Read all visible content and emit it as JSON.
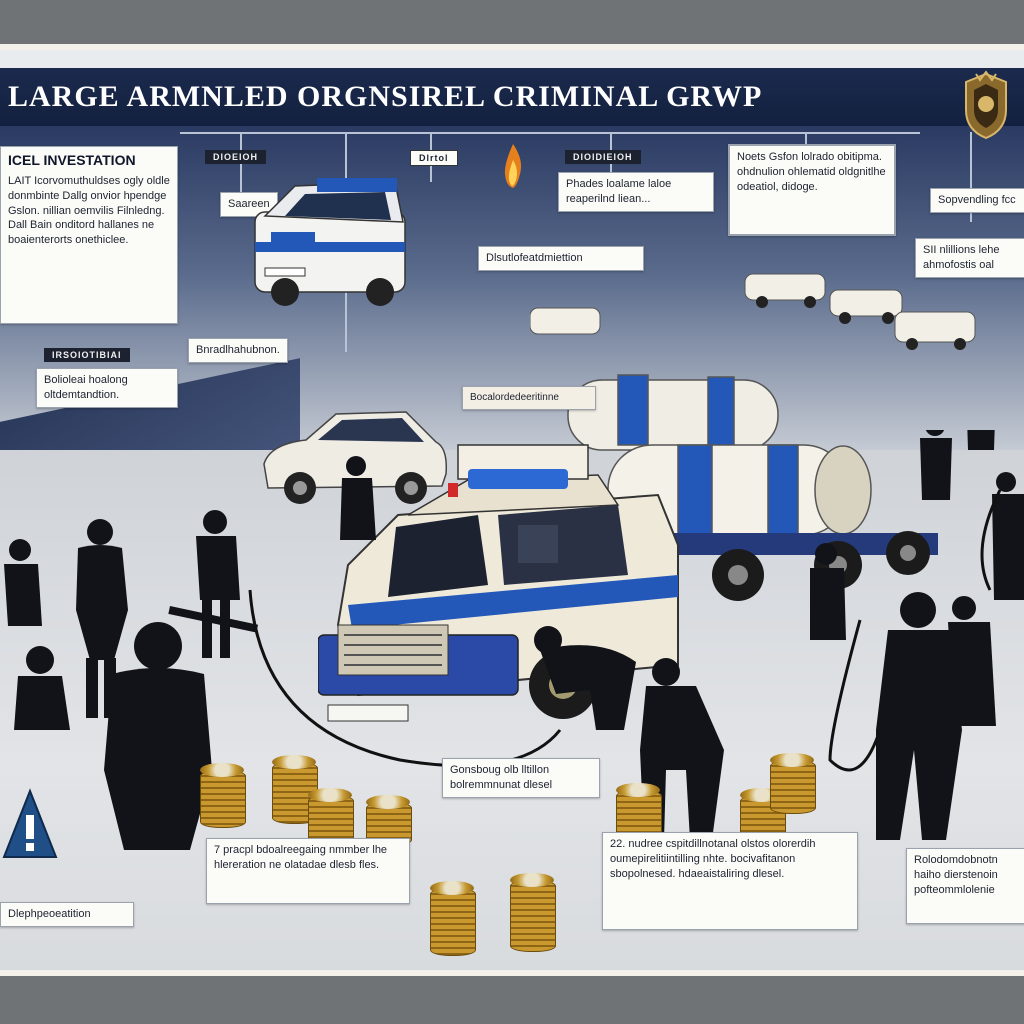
{
  "title": "LARGE ARMNLED ORGNSIREL CRIMINAL GRWP",
  "panels": {
    "investigation": {
      "heading": "ICEL INVESTATION",
      "body": "LAIT Icorvomuthuldses ogly oldle donmbinte Dallg onvior hpendge Gslon. nillian oemvilis Filnledng. Dall Bain onditord hallanes ne boaienterorts onethiclee."
    },
    "top_tags": [
      "DIOEIOH",
      "Dlrtol",
      "DIOIDIEIOH"
    ],
    "screen_label": "Saareen",
    "detail_quote": "Phades loalame laloe reaperilnd liean...",
    "top_right_note": "Noets Gsfon lolrado obitipma. ohdnulion ohlematid oldgnitlhe odeatiol, didoge.",
    "right_label_1": "Sopvendling fcc",
    "right_label_2": "SII nlillions lehe ahmofostis oal",
    "center_label": "Dlsutlofeatdmiettion",
    "tag_left": "IRSOIOTIBIAI",
    "mid_left_label": "Bnradlhahubnon.",
    "left_box": "Bolioleai hoalong oltdemtandtion.",
    "truck_sign": "Bocalordedeeritinne",
    "bottom_center": "Gonsboug olb lltillon bolremmnunat dlesel",
    "bottom_left": "7 pracpl bdoalreegaing nmmber lhe hlereration ne olatadae dlesb fles.",
    "bottom_mid": "22. nudree cspitdillnotanal olstos olorerdih oumepirelitiintilling nhte. bocivafitanon sbopolnesed. hdaeaistaliring dlesel.",
    "bottom_right": "Rolodomdobnotn haiho dierstenoin pofteommlolenie",
    "bottom_left_small": "Dlephpeoeatition"
  },
  "colors": {
    "navy": "#13203f",
    "police_blue": "#2458b8",
    "cream": "#efe9da",
    "gold": "#c9982e",
    "warning_blue": "#1f4f86"
  }
}
